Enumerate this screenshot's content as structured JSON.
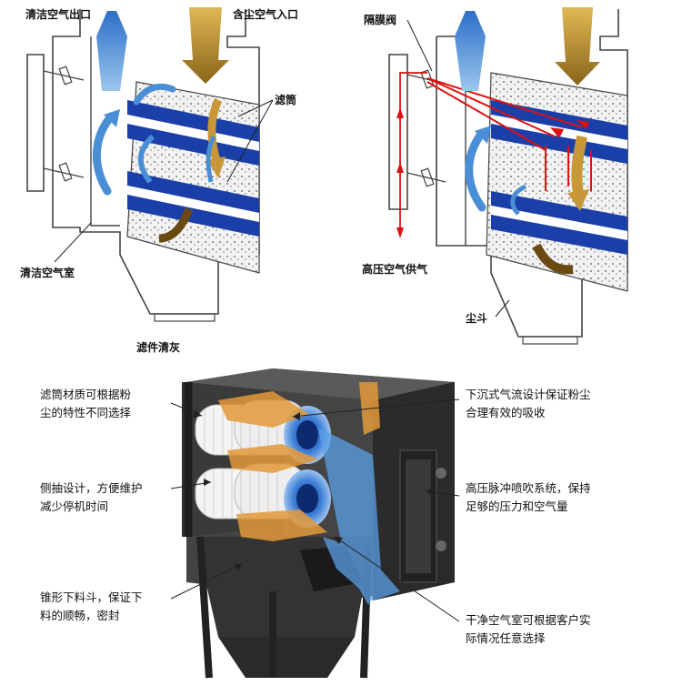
{
  "top_left": {
    "clean_outlet": "清洁空气出口",
    "dusty_inlet": "含尘空气入口",
    "filter_cartridge": "滤筒",
    "clean_chamber": "清洁空气室",
    "element_cleaning": "滤件清灰"
  },
  "top_right": {
    "diaphragm_valve": "隔膜阀",
    "hp_air_supply": "高压空气供气",
    "dust_hopper": "尘斗"
  },
  "bottom": {
    "left_1": [
      "滤筒材质可根据粉",
      "尘的特性不同选择"
    ],
    "left_2": [
      "侧抽设计，方便维护",
      "减少停机时间"
    ],
    "left_3": [
      "锥形下料斗，保证下",
      "料的顺畅，密封"
    ],
    "right_1": [
      "下沉式气流设计保证粉尘",
      "合理有效的吸收"
    ],
    "right_2": [
      "高压脉冲喷吹系统，保持",
      "足够的压力和空气量"
    ],
    "right_3": [
      "干净空气室可根据客户实",
      "际情况任意选择"
    ]
  },
  "colors": {
    "filter_blue": "#1a3fa8",
    "flow_blue": "#4a8fd6",
    "dust": "#c89838",
    "pulse_red": "#d11"
  }
}
